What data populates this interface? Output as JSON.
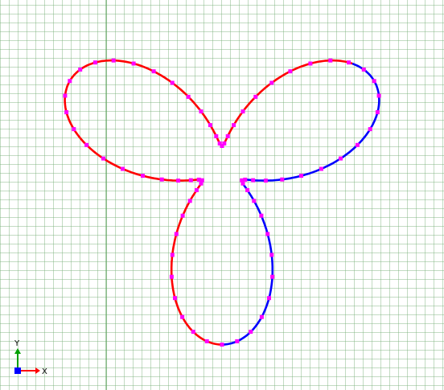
{
  "viewport": {
    "background": "#ffffff",
    "grid_color": "#9cc59c",
    "major_axis_color": "#5aa05a"
  },
  "curve": {
    "type": "trefoil",
    "selected_segment_color": "#0000ff",
    "unselected_color": "#ff0000",
    "control_point_color": "#ff00ff",
    "control_point_icon": "square-marker"
  },
  "axis_triad": {
    "x_label": "X",
    "y_label": "Y",
    "x_color": "#ff0000",
    "y_color": "#00a000",
    "origin_color": "#0000ff"
  }
}
